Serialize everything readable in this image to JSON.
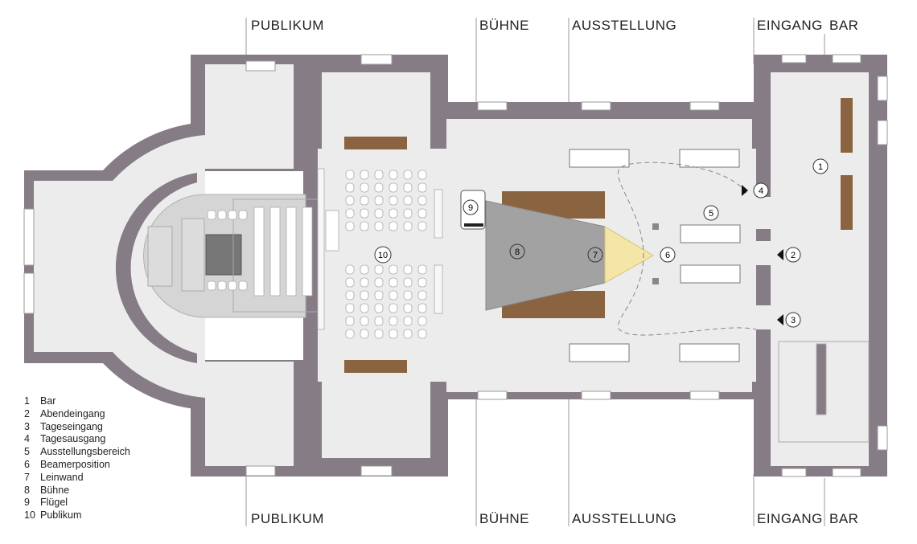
{
  "zones": {
    "publikum": "PUBLIKUM",
    "buehne": "BÜHNE",
    "ausstellung": "AUSSTELLUNG",
    "eingang": "EINGANG",
    "bar": "BAR"
  },
  "markers": {
    "m1": "1",
    "m2": "2",
    "m3": "3",
    "m4": "4",
    "m5": "5",
    "m6": "6",
    "m7": "7",
    "m8": "8",
    "m9": "9",
    "m10": "10"
  },
  "legend": [
    {
      "num": "1",
      "label": "Bar"
    },
    {
      "num": "2",
      "label": "Abendeingang"
    },
    {
      "num": "3",
      "label": "Tageseingang"
    },
    {
      "num": "4",
      "label": "Tagesausgang"
    },
    {
      "num": "5",
      "label": "Ausstellungsbereich"
    },
    {
      "num": "6",
      "label": "Beamerposition"
    },
    {
      "num": "7",
      "label": "Leinwand"
    },
    {
      "num": "8",
      "label": "Bühne"
    },
    {
      "num": "9",
      "label": "Flügel"
    },
    {
      "num": "10",
      "label": "Publikum"
    }
  ],
  "colors": {
    "wall": "#867c86",
    "floor": "#ececec",
    "stage": "#a2a2a2",
    "screen": "#f3e6a6",
    "wood": "#8a6440"
  }
}
